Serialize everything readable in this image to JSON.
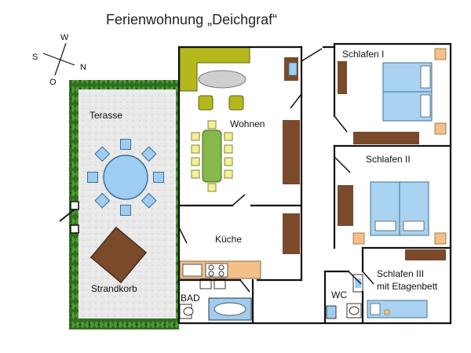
{
  "title": "Ferienwohnung „Deichgraf“",
  "compass": {
    "west": "W",
    "south": "S",
    "north": "N",
    "east": "O"
  },
  "rooms": {
    "terrace": "Terasse",
    "beach_chair": "Strandkorb",
    "living": "Wohnen",
    "kitchen": "Küche",
    "bath": "BAD",
    "wc": "WC",
    "bedroom1": "Schlafen  I",
    "bedroom2": "Schlafen  II",
    "bedroom3_line1": "Schlafen  III",
    "bedroom3_line2": "mit Etagenbett"
  },
  "colors": {
    "wall": "#111111",
    "furniture_wood": "#7a4a2a",
    "bed": "#a9d3f0",
    "pillow": "#ffffff",
    "nightstand": "#f3c089",
    "sofa": "#b5b81c",
    "table": "#86b84a",
    "chair": "#f4ef9a",
    "terrace_chair": "#9fcdf2",
    "kitchen_counter": "#f3c089",
    "hedge": "#2f6e1f",
    "terrace_floor": "#e6e6e6"
  }
}
